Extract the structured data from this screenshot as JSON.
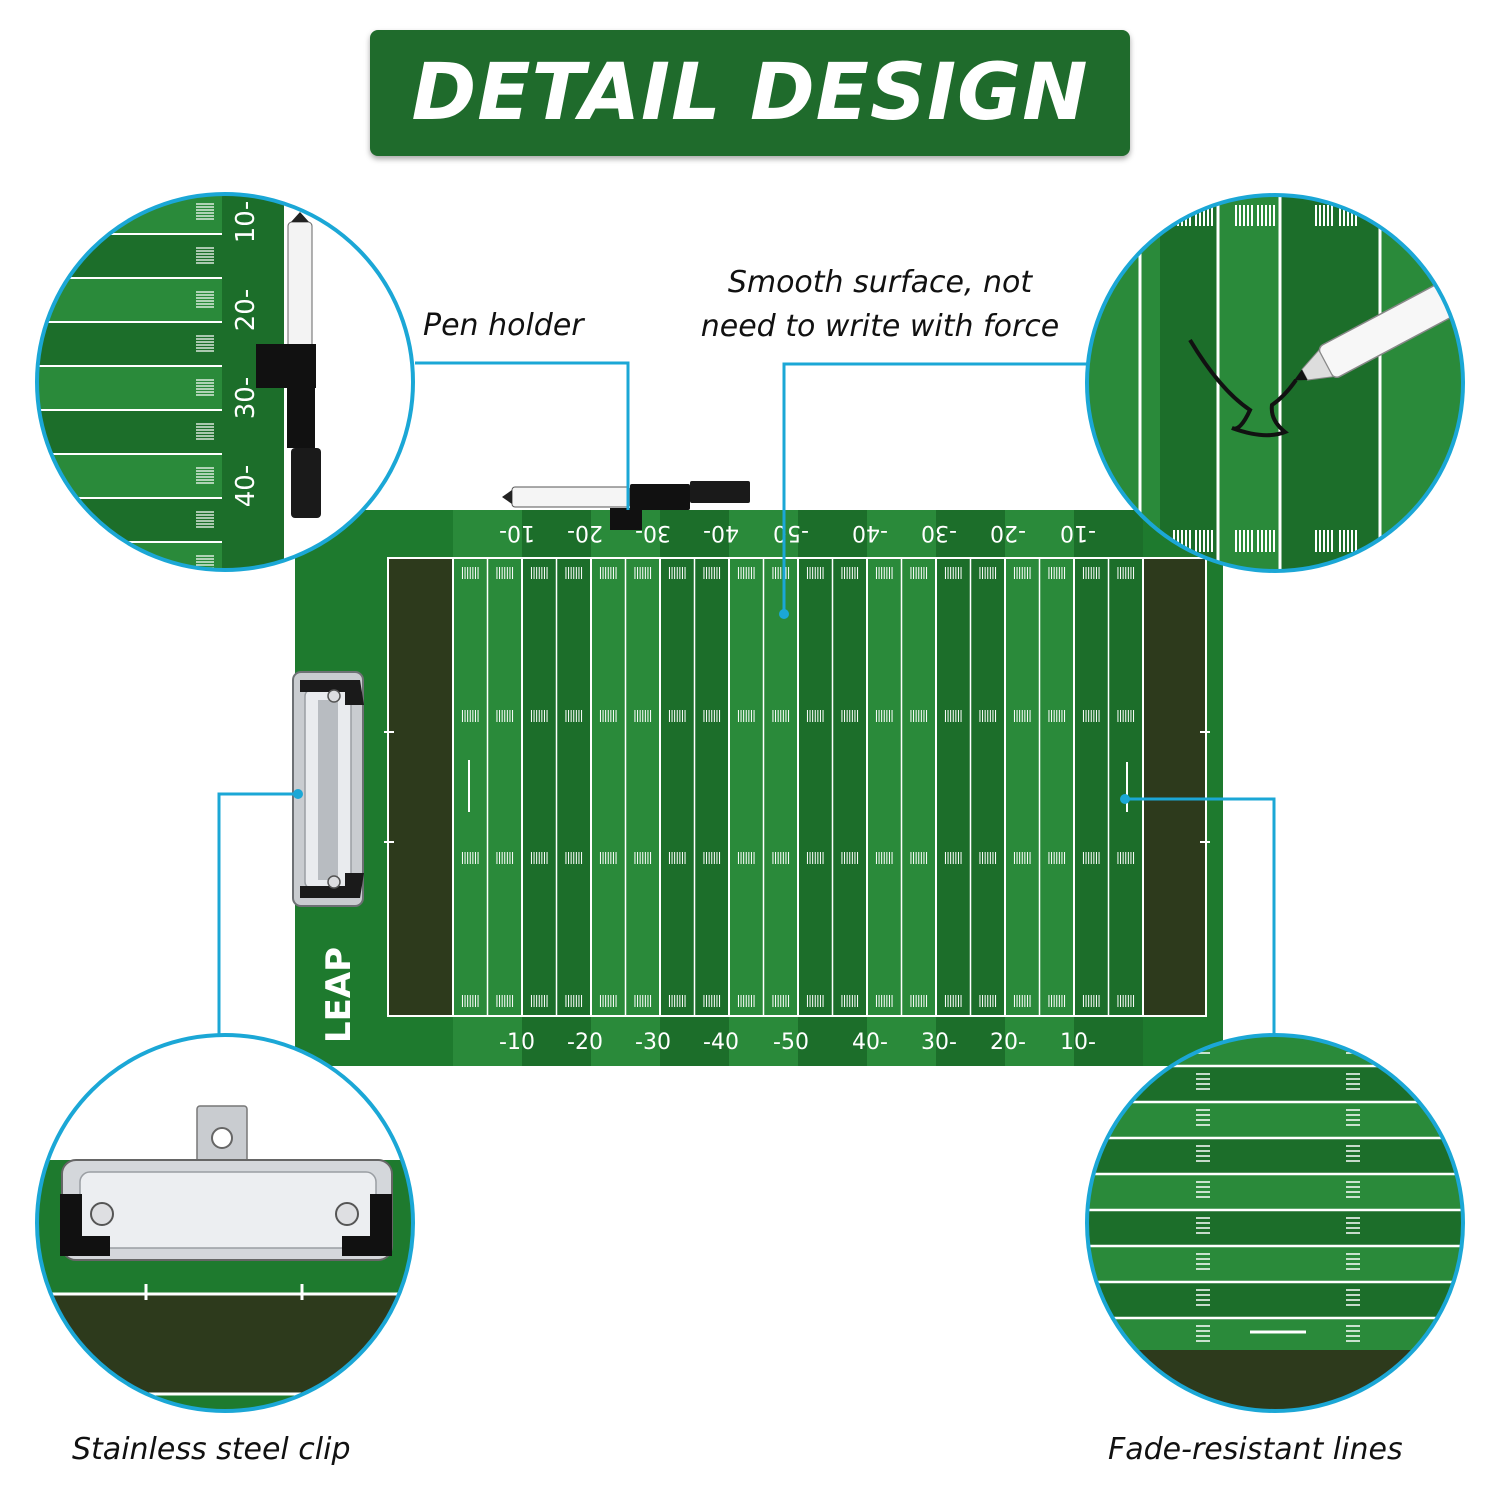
{
  "banner": {
    "title": "DETAIL DESIGN"
  },
  "captions": {
    "pen_holder": "Pen holder",
    "smooth_line1": "Smooth surface, not",
    "smooth_line2": "need to write with force",
    "clip": "Stainless steel clip",
    "lines": "Fade-resistant lines"
  },
  "board": {
    "brand": "LEAP",
    "yard_labels_bottom": [
      "-10",
      "-20",
      "-30",
      "-40",
      "-50",
      "40-",
      "30-",
      "20-",
      "10-"
    ],
    "yard_labels_top": [
      "-10",
      "-20",
      "-30",
      "-40",
      "-50",
      "40-",
      "30-",
      "20-",
      "10-"
    ],
    "zoom_yard_labels": [
      "10-",
      "20-",
      "30-",
      "40-"
    ]
  },
  "colors": {
    "banner": "#1f6b2c",
    "field_light": "#2a8a3a",
    "field_dark": "#1c6e2a",
    "endzone": "#2d3a1c",
    "callout": "#1ba7d6"
  }
}
